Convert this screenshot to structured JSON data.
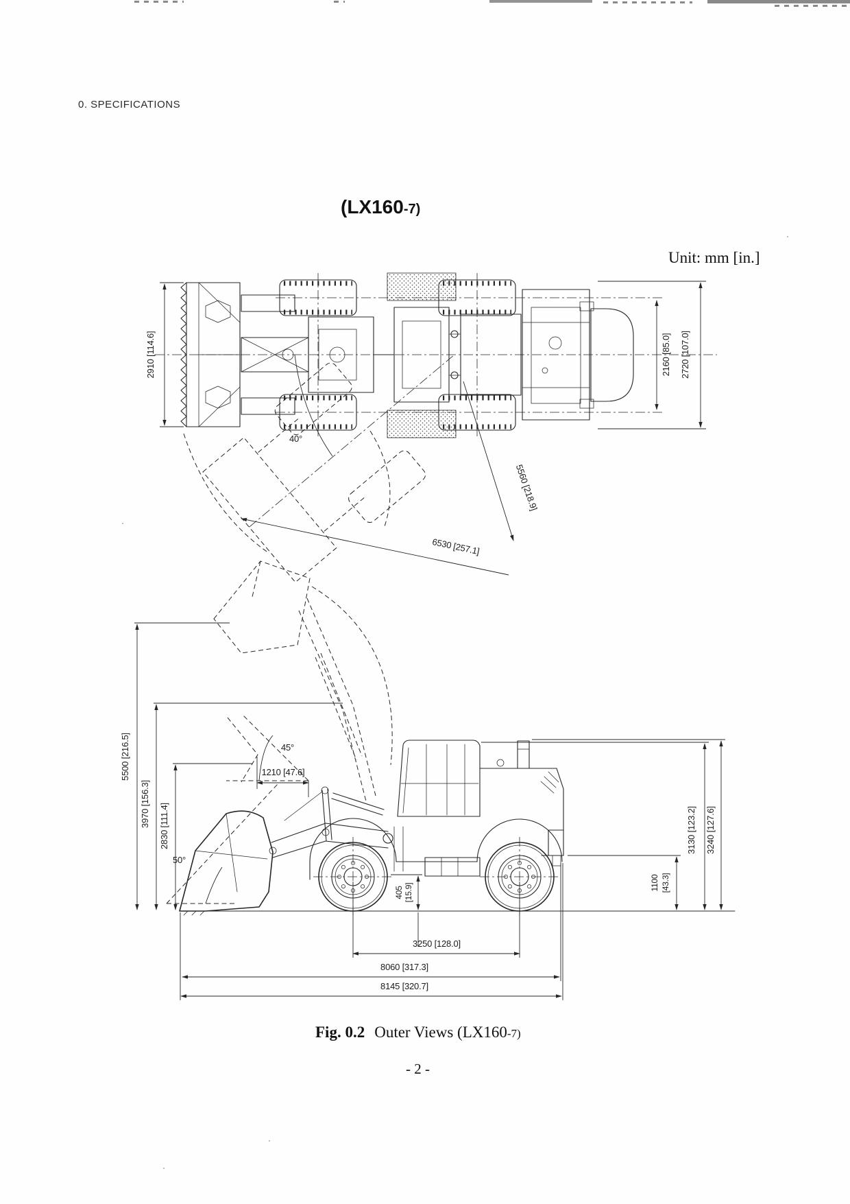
{
  "page": {
    "header": "0. SPECIFICATIONS",
    "unit_label": "Unit: mm [in.]",
    "page_number": "- 2 -"
  },
  "title": {
    "main": "(LX160",
    "sub": "-7)"
  },
  "caption": {
    "fig": "Fig. 0.2",
    "body": "Outer Views (LX160",
    "sub": "-7)"
  },
  "top_view": {
    "dims": {
      "blade_width": "2910 [114.6]",
      "tread": "2160 [85.0]",
      "overall_width": "2720 [107.0]",
      "articulation_angle": "40°",
      "radius_inner": "5560 [218.9]",
      "radius_outer": "6530 [257.1]"
    }
  },
  "side_view": {
    "dims": {
      "overall_height_bucket_raised": "5500 [216.5]",
      "hinge_pin_height": "3970 [156.3]",
      "dump_clearance": "2830 [111.4]",
      "dump_angle": "45°",
      "dump_reach": "1210 [47.6]",
      "rollback_angle": "50°",
      "ground_clearance_mm": "405",
      "ground_clearance_in": "[15.9]",
      "cab_height": "3130 [123.2]",
      "overall_height": "3240 [127.6]",
      "rear_clearance_mm": "1100",
      "rear_clearance_in": "[43.3]",
      "wheelbase": "3250 [128.0]",
      "length_bucket_ground": "8060 [317.3]",
      "overall_length": "8145 [320.7]"
    }
  }
}
